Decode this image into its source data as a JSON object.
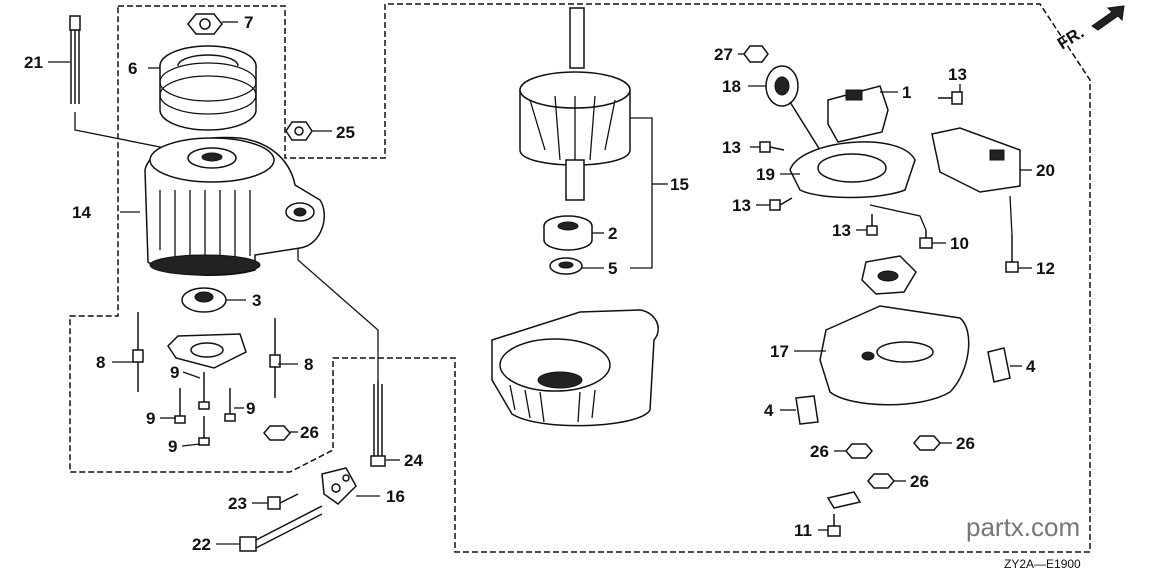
{
  "callouts": {
    "c1": "1",
    "c2": "2",
    "c3": "3",
    "c4a": "4",
    "c4b": "4",
    "c5": "5",
    "c6": "6",
    "c7": "7",
    "c8a": "8",
    "c8b": "8",
    "c9a": "9",
    "c9b": "9",
    "c9c": "9",
    "c9d": "9",
    "c10": "10",
    "c11": "11",
    "c12": "12",
    "c13a": "13",
    "c13b": "13",
    "c13c": "13",
    "c13d": "13",
    "c14": "14",
    "c15": "15",
    "c16": "16",
    "c17": "17",
    "c18": "18",
    "c19": "19",
    "c20": "20",
    "c21": "21",
    "c22": "22",
    "c23": "23",
    "c24": "24",
    "c25": "25",
    "c26a": "26",
    "c26b": "26",
    "c26c": "26",
    "c26d": "26",
    "c27": "27"
  },
  "direction_label": "FR.",
  "watermark": "partx.com",
  "diagram_code": "ZY2A—E1900",
  "colors": {
    "ink": "#111111",
    "watermark": "#777777",
    "background": "#ffffff"
  }
}
